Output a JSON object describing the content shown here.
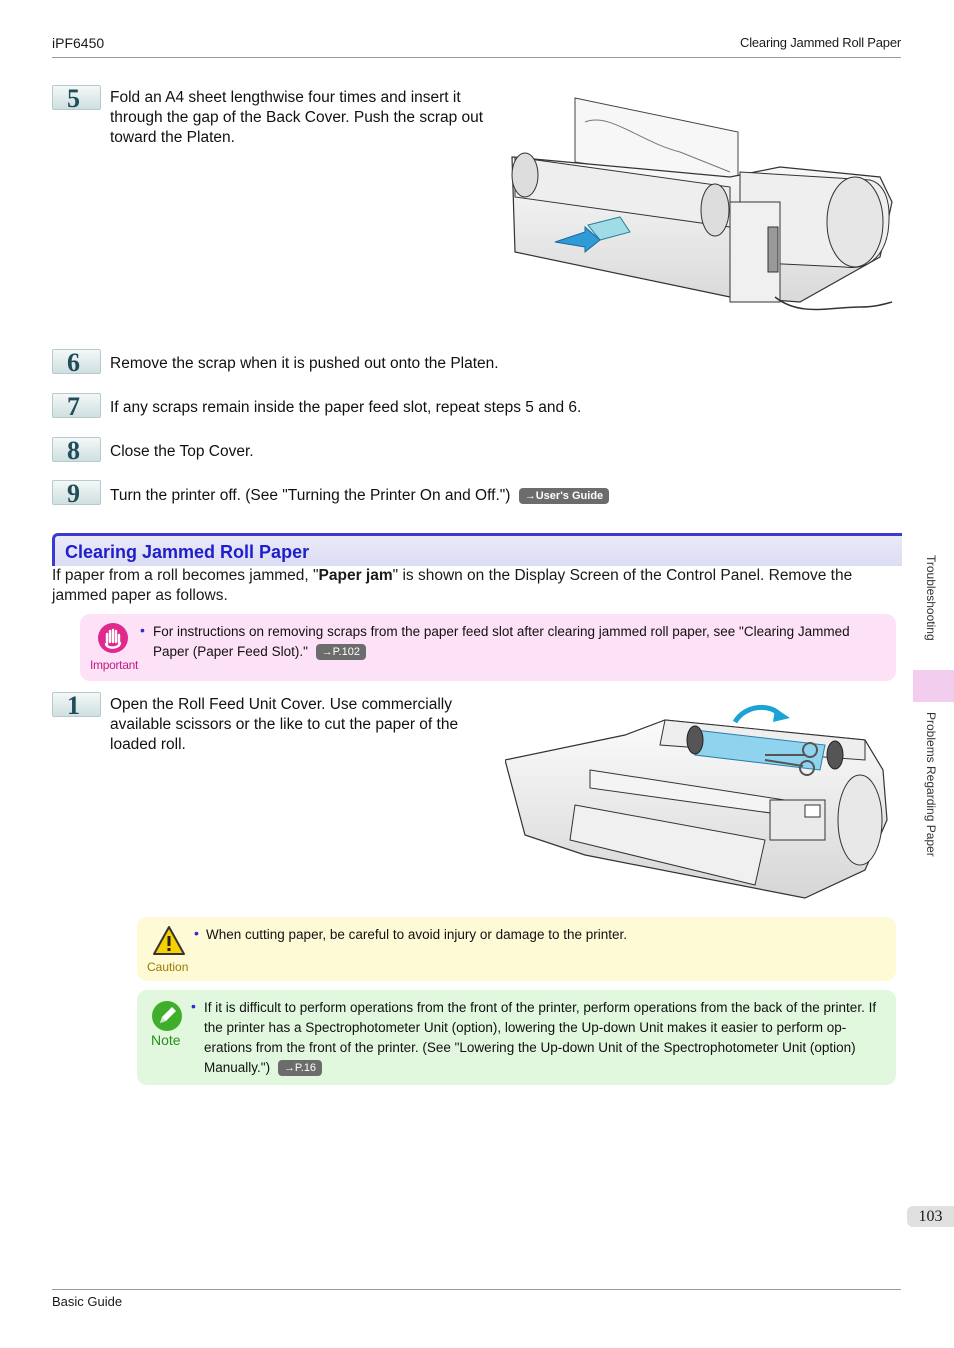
{
  "header": {
    "model": "iPF6450",
    "section": "Clearing Jammed Roll Paper"
  },
  "steps_top": [
    {
      "num": "5",
      "text": "Fold an A4 sheet lengthwise four times and insert it through the gap of the Back Cover. Push the scrap out toward the Platen."
    },
    {
      "num": "6",
      "text": "Remove the scrap when it is pushed out onto the Platen."
    },
    {
      "num": "7",
      "text": "If any scraps remain inside the paper feed slot, repeat steps 5 and 6."
    },
    {
      "num": "8",
      "text": "Close the Top Cover."
    },
    {
      "num": "9",
      "text": "Turn the printer off.  (See \"Turning the Printer On and Off.\")",
      "link": "→User's Guide"
    }
  ],
  "section": {
    "title": "Clearing Jammed Roll Paper",
    "intro_before": "If paper from a roll becomes jammed, \"",
    "intro_bold": "Paper jam",
    "intro_after": "\" is shown on the Display Screen of the Control Panel. Remove the jammed paper as follows."
  },
  "important": {
    "label": "Important",
    "text": "For instructions on removing scraps from the paper feed slot after clearing jammed roll paper, see \"Clearing Jammed Paper (Paper Feed Slot).\"",
    "link": "→P.102"
  },
  "step1": {
    "num": "1",
    "text": "Open the Roll Feed Unit Cover. Use commercially available scissors or the like to cut the paper of the loaded roll."
  },
  "caution": {
    "label": "Caution",
    "text": "When cutting paper, be careful to avoid injury or damage to the printer."
  },
  "note": {
    "label": "Note",
    "text": "If it is difficult to perform operations from the front of the printer, perform operations from the back of the printer. If the printer has a Spectrophotometer Unit (option), lowering the Up-down Unit makes it easier to perform op-erations from the front of the printer.  (See \"Lowering the Up-down Unit of the Spectrophotometer Unit (option) Manually.\")",
    "link": "→P.16"
  },
  "side_tabs": {
    "tab1": "Troubleshooting",
    "tab2": "Problems Regarding Paper"
  },
  "page_number": "103",
  "footer": {
    "title": "Basic Guide"
  },
  "colors": {
    "section_blue": "#1e1ecb",
    "important_bg": "#fde2f7",
    "caution_bg": "#fefad6",
    "note_bg": "#e1f8df"
  }
}
